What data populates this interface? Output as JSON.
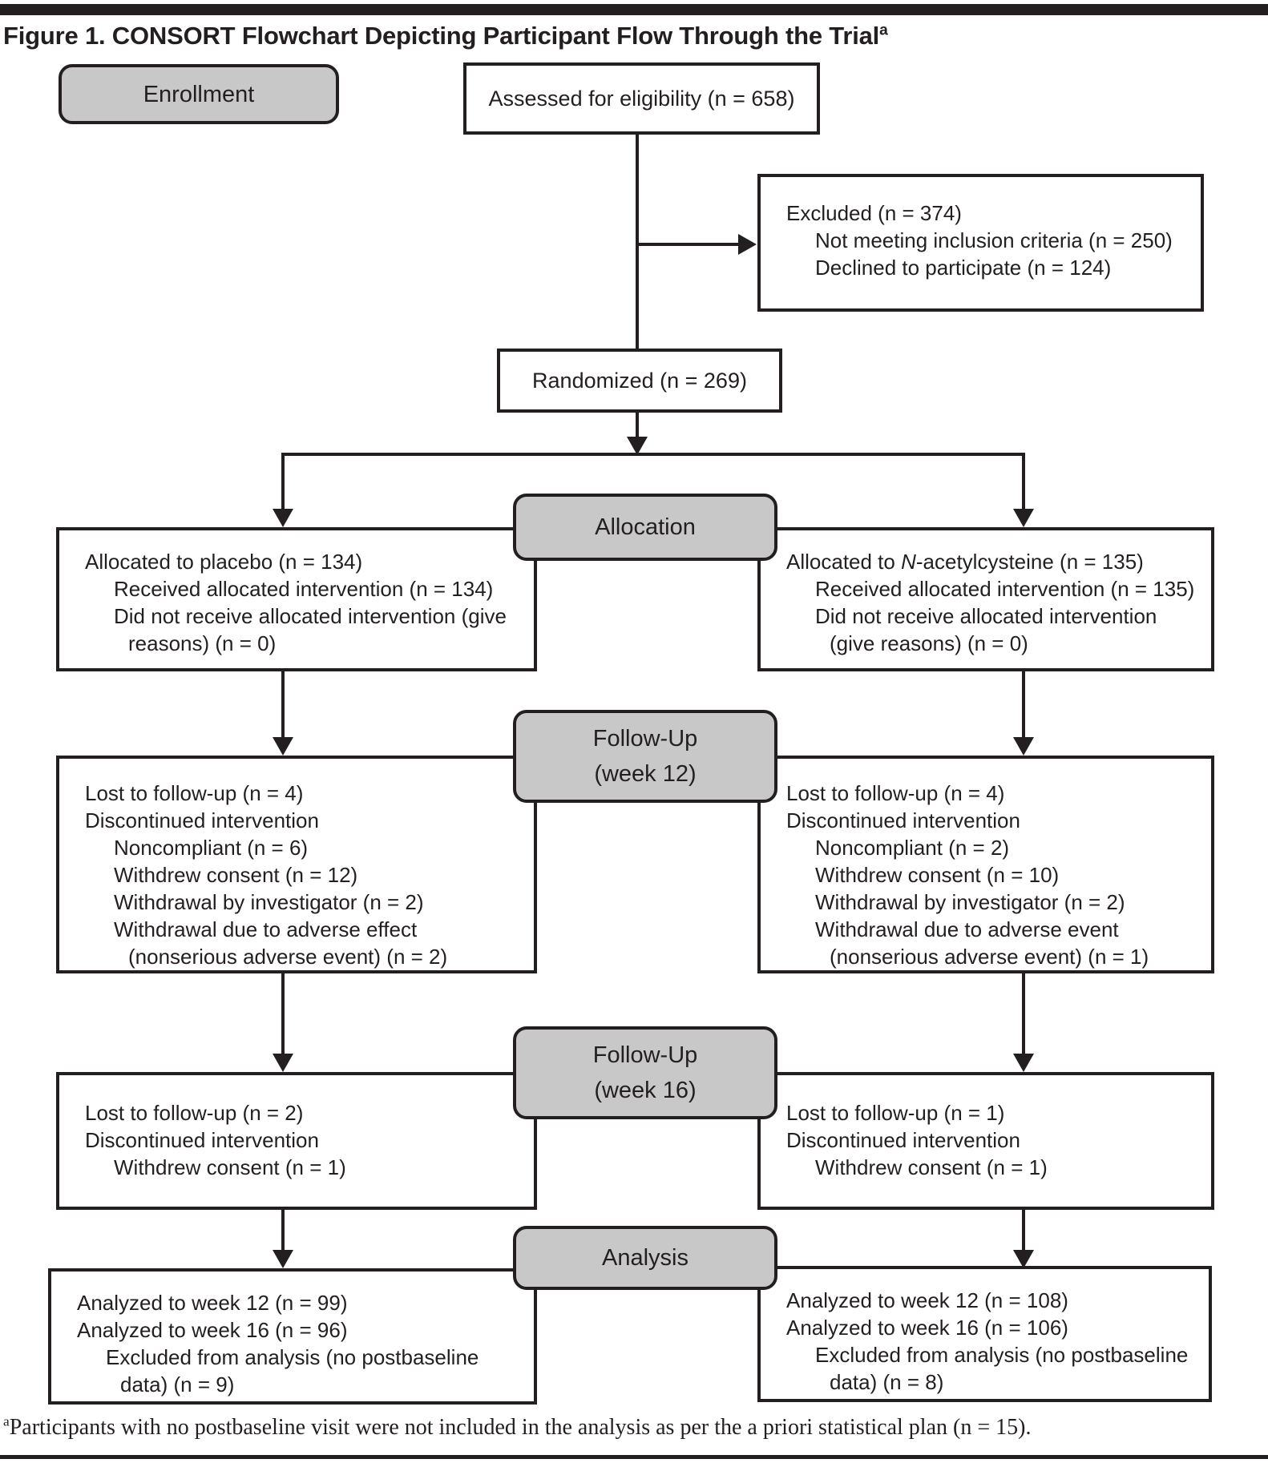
{
  "title": {
    "text": "Figure 1. CONSORT Flowchart Depicting Participant Flow Through the Trial",
    "superscript": "a"
  },
  "colors": {
    "ink": "#231f20",
    "pill_fill": "#c8c8c8",
    "box_fill": "#ffffff"
  },
  "stage_labels": {
    "enrollment": "Enrollment",
    "allocation": "Allocation",
    "followup12": [
      "Follow-Up",
      "(week 12)"
    ],
    "followup16": [
      "Follow-Up",
      "(week 16)"
    ],
    "analysis": "Analysis"
  },
  "boxes": {
    "assessed": {
      "text": "Assessed for eligibility (n = 658)"
    },
    "randomized": {
      "text": "Randomized (n = 269)"
    },
    "excluded": {
      "lines": [
        {
          "indent": 0,
          "segments": [
            {
              "t": "Excluded (n = 374)"
            }
          ]
        },
        {
          "indent": 1,
          "segments": [
            {
              "t": "Not meeting inclusion criteria (n = 250)"
            }
          ]
        },
        {
          "indent": 1,
          "segments": [
            {
              "t": "Declined to participate (n = 124)"
            }
          ]
        }
      ]
    },
    "alloc_left": {
      "lines": [
        {
          "indent": 0,
          "segments": [
            {
              "t": "Allocated to placebo (n = 134)"
            }
          ]
        },
        {
          "indent": 1,
          "segments": [
            {
              "t": "Received allocated intervention (n = 134)"
            }
          ]
        },
        {
          "indent": 1,
          "segments": [
            {
              "t": "Did not receive allocated intervention (give"
            }
          ]
        },
        {
          "indent": 2,
          "segments": [
            {
              "t": "reasons) (n = 0)"
            }
          ]
        }
      ]
    },
    "alloc_right": {
      "lines": [
        {
          "indent": 0,
          "segments": [
            {
              "t": "Allocated to "
            },
            {
              "t": "N",
              "italic": true
            },
            {
              "t": "-acetylcysteine (n = 135)"
            }
          ]
        },
        {
          "indent": 1,
          "segments": [
            {
              "t": "Received allocated intervention (n = 135)"
            }
          ]
        },
        {
          "indent": 1,
          "segments": [
            {
              "t": "Did not receive allocated intervention"
            }
          ]
        },
        {
          "indent": 2,
          "segments": [
            {
              "t": "(give reasons) (n = 0)"
            }
          ]
        }
      ]
    },
    "fu12_left": {
      "lines": [
        {
          "indent": 0,
          "segments": [
            {
              "t": "Lost to follow-up (n = 4)"
            }
          ]
        },
        {
          "indent": 0,
          "segments": [
            {
              "t": "Discontinued intervention"
            }
          ]
        },
        {
          "indent": 1,
          "segments": [
            {
              "t": "Noncompliant (n = 6)"
            }
          ]
        },
        {
          "indent": 1,
          "segments": [
            {
              "t": "Withdrew consent (n = 12)"
            }
          ]
        },
        {
          "indent": 1,
          "segments": [
            {
              "t": "Withdrawal by investigator (n = 2)"
            }
          ]
        },
        {
          "indent": 1,
          "segments": [
            {
              "t": "Withdrawal due to adverse effect"
            }
          ]
        },
        {
          "indent": 2,
          "segments": [
            {
              "t": "(nonserious adverse event) (n = 2)"
            }
          ]
        }
      ]
    },
    "fu12_right": {
      "lines": [
        {
          "indent": 0,
          "segments": [
            {
              "t": "Lost to follow-up (n = 4)"
            }
          ]
        },
        {
          "indent": 0,
          "segments": [
            {
              "t": "Discontinued intervention"
            }
          ]
        },
        {
          "indent": 1,
          "segments": [
            {
              "t": "Noncompliant (n = 2)"
            }
          ]
        },
        {
          "indent": 1,
          "segments": [
            {
              "t": "Withdrew consent (n = 10)"
            }
          ]
        },
        {
          "indent": 1,
          "segments": [
            {
              "t": "Withdrawal by investigator (n = 2)"
            }
          ]
        },
        {
          "indent": 1,
          "segments": [
            {
              "t": "Withdrawal due to adverse event"
            }
          ]
        },
        {
          "indent": 2,
          "segments": [
            {
              "t": "(nonserious adverse event) (n = 1)"
            }
          ]
        }
      ]
    },
    "fu16_left": {
      "lines": [
        {
          "indent": 0,
          "segments": [
            {
              "t": "Lost to follow-up (n = 2)"
            }
          ]
        },
        {
          "indent": 0,
          "segments": [
            {
              "t": "Discontinued intervention"
            }
          ]
        },
        {
          "indent": 1,
          "segments": [
            {
              "t": "Withdrew consent (n = 1)"
            }
          ]
        }
      ]
    },
    "fu16_right": {
      "lines": [
        {
          "indent": 0,
          "segments": [
            {
              "t": "Lost to follow-up (n = 1)"
            }
          ]
        },
        {
          "indent": 0,
          "segments": [
            {
              "t": "Discontinued intervention"
            }
          ]
        },
        {
          "indent": 1,
          "segments": [
            {
              "t": "Withdrew consent (n = 1)"
            }
          ]
        }
      ]
    },
    "analysis_left": {
      "lines": [
        {
          "indent": 0,
          "segments": [
            {
              "t": "Analyzed to week 12 (n = 99)"
            }
          ]
        },
        {
          "indent": 0,
          "segments": [
            {
              "t": "Analyzed to week 16 (n = 96)"
            }
          ]
        },
        {
          "indent": 1,
          "segments": [
            {
              "t": "Excluded from analysis (no postbaseline"
            }
          ]
        },
        {
          "indent": 2,
          "segments": [
            {
              "t": "data) (n = 9)"
            }
          ]
        }
      ]
    },
    "analysis_right": {
      "lines": [
        {
          "indent": 0,
          "segments": [
            {
              "t": "Analyzed to week 12 (n = 108)"
            }
          ]
        },
        {
          "indent": 0,
          "segments": [
            {
              "t": "Analyzed to week 16 (n = 106)"
            }
          ]
        },
        {
          "indent": 1,
          "segments": [
            {
              "t": "Excluded from analysis (no postbaseline"
            }
          ]
        },
        {
          "indent": 2,
          "segments": [
            {
              "t": "data) (n = 8)"
            }
          ]
        }
      ]
    }
  },
  "footnote": {
    "superscript": "a",
    "text": "Participants with no postbaseline visit were not included in the analysis as per the a priori statistical plan (n = 15)."
  }
}
